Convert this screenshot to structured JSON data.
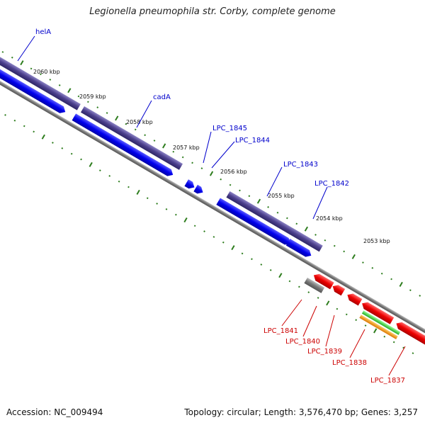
{
  "title": "Legionella pneumophila str. Corby, complete genome",
  "footer": {
    "accession": "Accession: NC_009494",
    "summary": "Topology: circular; Length: 3,576,470 bp; Genes: 3,257"
  },
  "colors": {
    "forward_gene": "#0000ee",
    "reverse_gene": "#ee0000",
    "operon": "#4b3f8c",
    "backbone": "#777777",
    "tick": "#2e7d1e",
    "gray_feature": "#666666",
    "rrna_green": "#33cc33",
    "rrna_orange": "#ff8800",
    "label_forward": "#0000cc",
    "label_reverse": "#cc0000"
  },
  "kbp_labels": [
    "2060 kbp",
    "2059 kbp",
    "2058 kbp",
    "2057 kbp",
    "2056 kbp",
    "2055 kbp",
    "2054 kbp",
    "2053 kbp"
  ],
  "forward_labels": [
    "helA",
    "cadA",
    "LPC_1845",
    "LPC_1844",
    "LPC_1843",
    "LPC_1842"
  ],
  "reverse_labels": [
    "LPC_1841",
    "LPC_1840",
    "LPC_1839",
    "LPC_1838",
    "LPC_1837"
  ]
}
